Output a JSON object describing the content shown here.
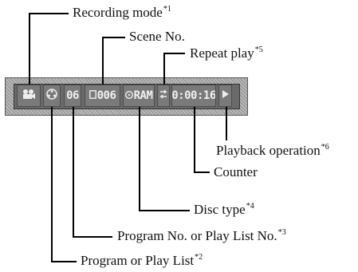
{
  "display": {
    "recording_mode_icon": "camera-icon",
    "program_icon": "program-icon",
    "program_no": "06",
    "scene_prefix_icon": "scene-square-icon",
    "scene_no": "006",
    "disc_prefix_icon": "disc-icon",
    "disc_type": "RAM",
    "repeat_icon": "repeat-icon",
    "counter": "0:00:16",
    "playback_icon": "play-triangle-icon"
  },
  "labels": {
    "recording_mode": {
      "text": "Recording mode",
      "note": "*1"
    },
    "scene_no": {
      "text": "Scene No.",
      "note": ""
    },
    "repeat_play": {
      "text": "Repeat play",
      "note": "*5"
    },
    "playback_operation": {
      "text": "Playback operation",
      "note": "*6"
    },
    "counter": {
      "text": "Counter",
      "note": ""
    },
    "disc_type": {
      "text": "Disc type",
      "note": "*4"
    },
    "program_no": {
      "text": "Program No. or Play List No.",
      "note": "*3"
    },
    "program_or_playlist": {
      "text": "Program or Play List",
      "note": "*2"
    }
  }
}
